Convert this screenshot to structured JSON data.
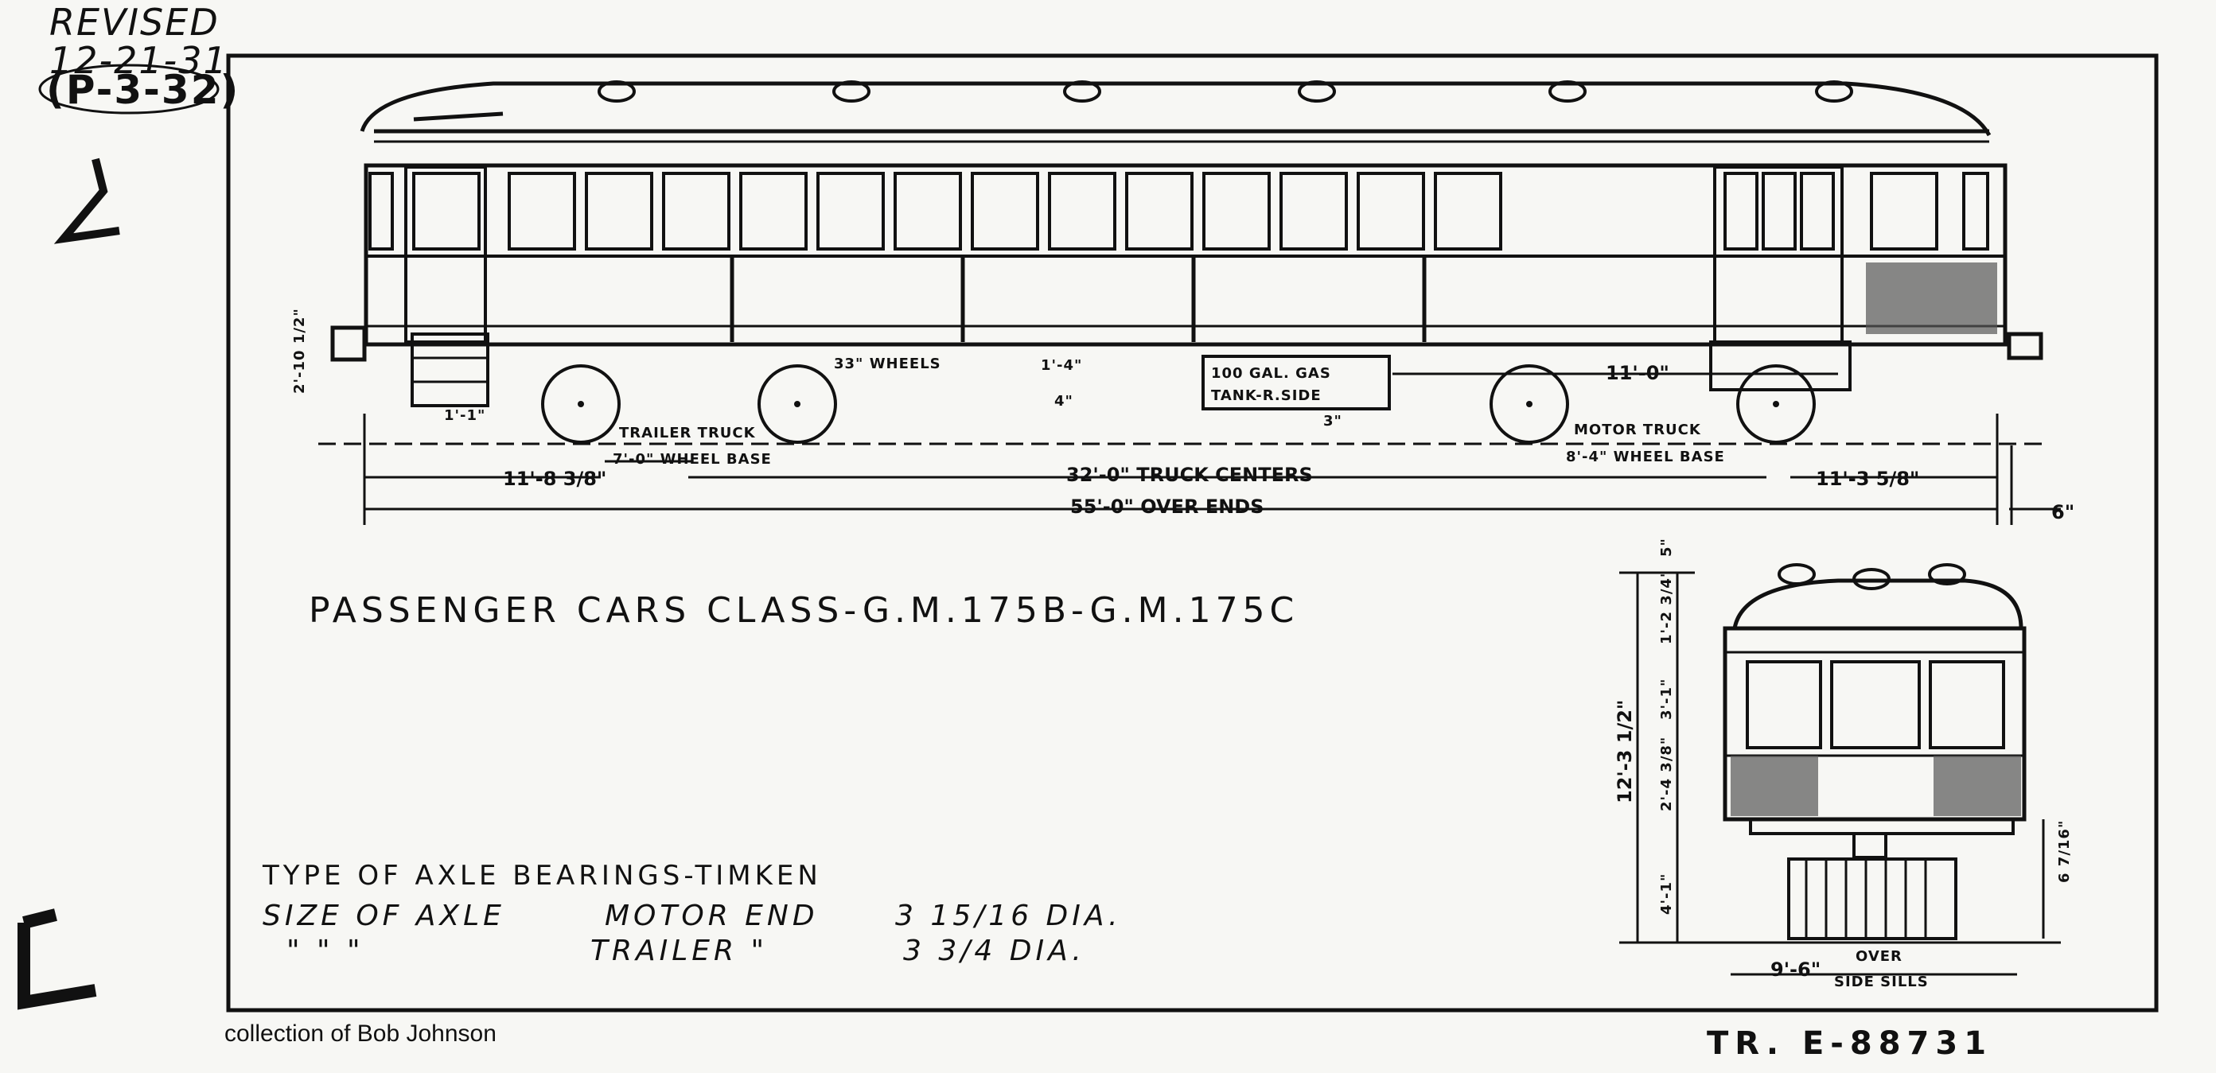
{
  "revision": {
    "line1": "REVISED",
    "line2": "12-21-31",
    "line3": "(P-3-32)"
  },
  "title": "PASSENGER CARS CLASS-G.M.175B-G.M.175C",
  "side_view": {
    "wheels_label": "33\" WHEELS",
    "gas_tank_label_1": "100 GAL. GAS",
    "gas_tank_label_2": "TANK-R.SIDE",
    "trailer_truck_label": "TRAILER TRUCK",
    "trailer_wheel_base": "7'-0\" WHEEL BASE",
    "motor_truck_label": "MOTOR TRUCK",
    "motor_wheel_base": "8'-4\" WHEEL BASE",
    "truck_centers": "32'-0\" TRUCK CENTERS",
    "over_ends": "55'-0\" OVER ENDS",
    "left_overhang": "11'-8 3/8\"",
    "right_overhang": "11'-3 5/8\"",
    "right_end": "6\"",
    "motor_dim": "11'-0\"",
    "height_dim_1": "1'-4\"",
    "height_dim_2": "4\"",
    "step_dim": "1'-1\"",
    "left_vertical_dim": "2'-10 1/2\"",
    "tank_dim": "3\""
  },
  "end_view": {
    "overall_height": "12'-3 1/2\"",
    "dim_a": "5\"",
    "dim_b": "1'-2 3/4\"",
    "dim_c": "3'-1\"",
    "dim_d": "2'-4 3/8\"",
    "dim_e": "4'-1\"",
    "sill_height": "6 7/16\"",
    "width": "9'-6\"",
    "width_label_1": "OVER",
    "width_label_2": "SIDE SILLS"
  },
  "specs": {
    "line1": "TYPE OF AXLE BEARINGS-TIMKEN",
    "line2_a": "SIZE OF AXLE",
    "line2_b": "MOTOR END",
    "line2_c": "3 15/16 DIA.",
    "line3_a": "\"    \"    \"",
    "line3_b": "TRAILER  \"",
    "line3_c": "3 3/4 DIA."
  },
  "credit": "collection of Bob Johnson",
  "drawing_number": "TR. E-88731"
}
